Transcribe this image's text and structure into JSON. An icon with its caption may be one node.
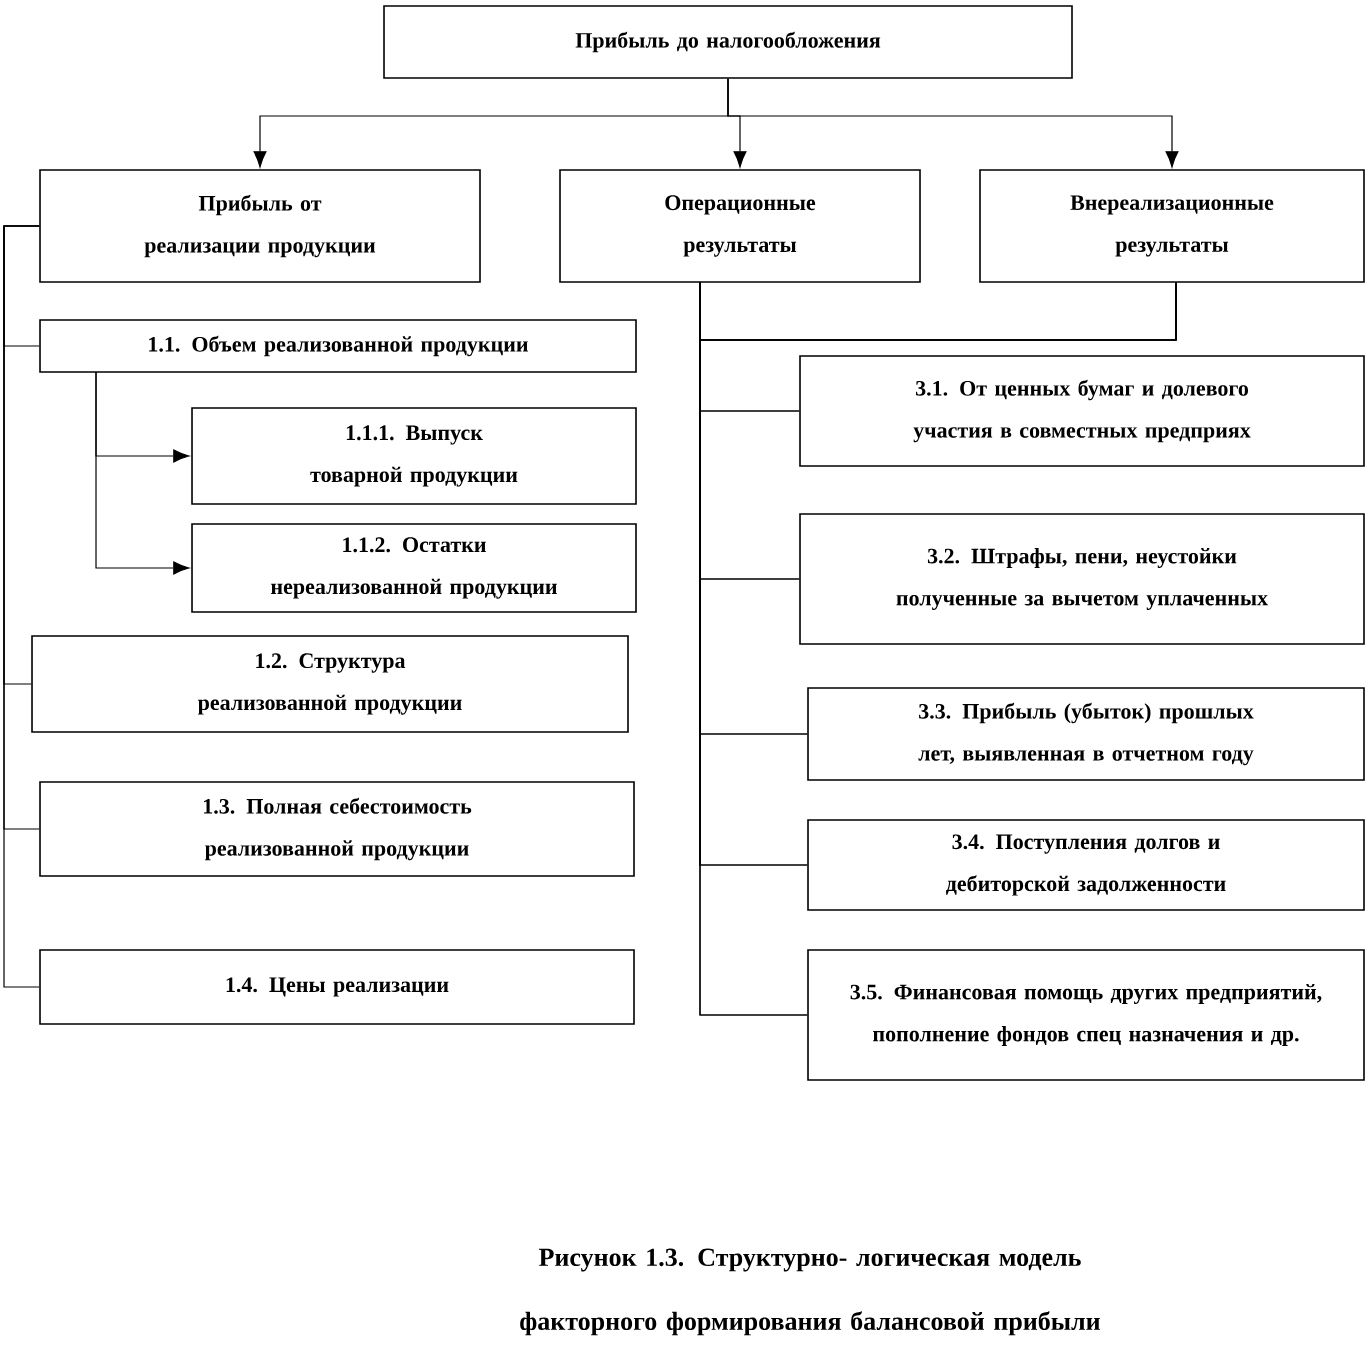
{
  "diagram": {
    "caption": "Рисунок  1.3. Структурно- логическая модель факторного формирования  балансовой прибыли",
    "nodes": [
      {
        "text": [
          "Прибыль до налогообложения"
        ]
      },
      {
        "text": [
          "Прибыль от реализации продукции"
        ]
      },
      {
        "text": [
          "Операционные результаты"
        ]
      },
      {
        "text": [
          "Внереализационные результаты"
        ]
      },
      {
        "text": [
          "1.1. Объем реализованной продукции"
        ]
      },
      {
        "text": [
          "1.1.1. Выпуск товарной продукции"
        ]
      },
      {
        "text": [
          "1.1.2. Остатки нереализованной продукции"
        ]
      },
      {
        "text": [
          "1.2. Структура  реализованной продукции"
        ]
      },
      {
        "text": [
          "1.3. Полная себестоимость реализованной продукции"
        ]
      },
      {
        "text": [
          "1.4. Цены реализации"
        ]
      },
      {
        "text": [
          "3.1. От ценных бумаг и долевого участия в совместных предприях"
        ]
      },
      {
        "text": [
          "3.2. Штрафы,  пени, неустойки полученные за вычетом уплаченных"
        ]
      },
      {
        "text": [
          "3.3. Прибыль (убыток)  прошлых лет, выявленная в отчетном году"
        ]
      },
      {
        "text": [
          "3.4. Поступления долгов и дебиторской задолженности"
        ]
      },
      {
        "text": [
          "3.5. Финансовая помощь других предприятий, пополнение фондов спец назначения  и др."
        ]
      }
    ],
    "edges": [
      {
        "from": 0,
        "to": 1,
        "arrow": "to"
      },
      {
        "from": 0,
        "to": 2,
        "arrow": "to"
      },
      {
        "from": 0,
        "to": 3,
        "arrow": "to"
      },
      {
        "from": 1,
        "to": 4,
        "arrow": "none"
      },
      {
        "from": 1,
        "to": 7,
        "arrow": "none"
      },
      {
        "from": 1,
        "to": 8,
        "arrow": "none"
      },
      {
        "from": 1,
        "to": 9,
        "arrow": "none"
      },
      {
        "from": 4,
        "to": 5,
        "arrow": "to"
      },
      {
        "from": 4,
        "to": 6,
        "arrow": "to"
      },
      {
        "from": 2,
        "to": 10,
        "arrow": "none"
      },
      {
        "from": 2,
        "to": 11,
        "arrow": "none"
      },
      {
        "from": 2,
        "to": 12,
        "arrow": "none"
      },
      {
        "from": 2,
        "to": 13,
        "arrow": "none"
      },
      {
        "from": 2,
        "to": 14,
        "arrow": "none"
      },
      {
        "from": 3,
        "to": 10,
        "arrow": "none"
      },
      {
        "from": 3,
        "to": 11,
        "arrow": "none"
      },
      {
        "from": 3,
        "to": 12,
        "arrow": "none"
      },
      {
        "from": 3,
        "to": 13,
        "arrow": "none"
      },
      {
        "from": 3,
        "to": 14,
        "arrow": "none"
      }
    ]
  }
}
